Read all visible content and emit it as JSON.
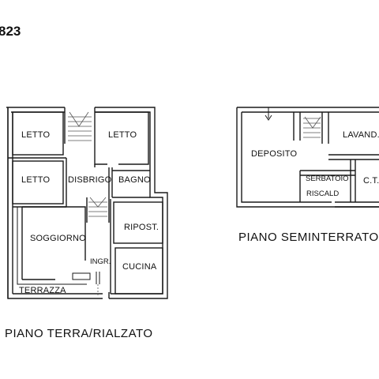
{
  "header": {
    "code": "823"
  },
  "ground_floor": {
    "caption": "PIANO TERRA/RIALZATO",
    "rooms": {
      "letto_1": "LETTO",
      "letto_2": "LETTO",
      "letto_3": "LETTO",
      "disbrigo": "DISBRIGO",
      "bagno": "BAGNO",
      "soggiorno": "SOGGIORNO",
      "ripost": "RIPOST.",
      "ingr": "INGR.",
      "cucina": "CUCINA",
      "terrazza": "TERRAZZA"
    }
  },
  "basement": {
    "caption": "PIANO SEMINTERRATO",
    "rooms": {
      "deposito": "DEPOSITO",
      "lavand": "LAVAND.",
      "serbatoio": "SERBATOIO",
      "riscald": "RISCALD",
      "ct": "C.T."
    }
  },
  "colors": {
    "wall": "#1a1a1a",
    "background": "#ffffff",
    "thin": "#555555"
  }
}
